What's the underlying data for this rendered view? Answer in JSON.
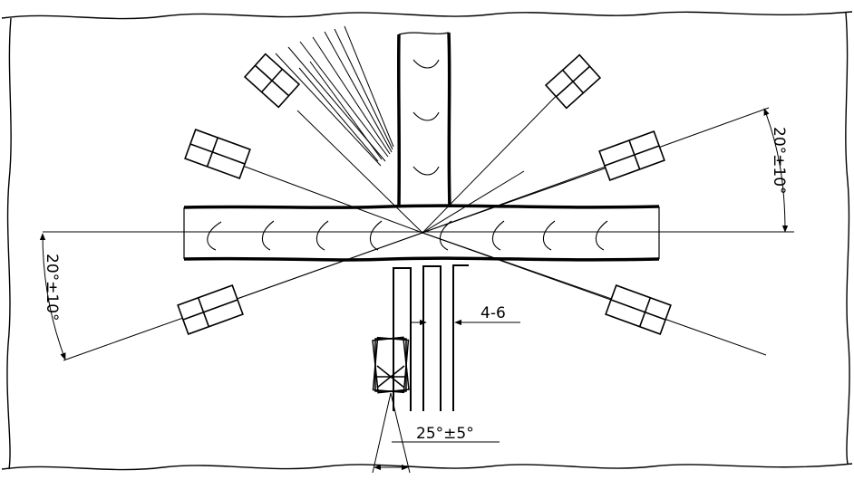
{
  "labels": {
    "angle_upper_right": "20°±10°",
    "angle_lower_left": "20°±10°",
    "gap": "4-6",
    "angle_bottom": "25°±5°"
  },
  "colors": {
    "ink": "#000000",
    "paper": "#ffffff"
  }
}
